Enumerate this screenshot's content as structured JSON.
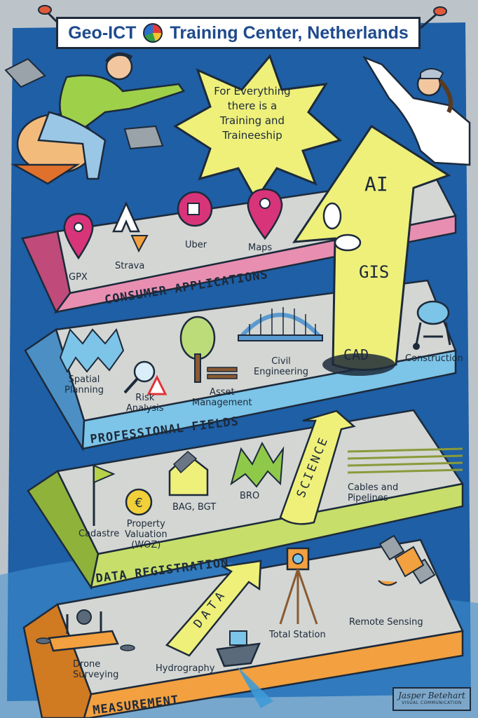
{
  "title": {
    "left": "Geo-ICT",
    "right": "Training Center, Netherlands",
    "logo_icon": "globe-logo-icon"
  },
  "slogan": [
    "For Everything",
    "there is a",
    "Training and",
    "Traineeship"
  ],
  "arrow_words": [
    "AI",
    "GIS",
    "CAD"
  ],
  "science_word": "SCIENCE",
  "data_word": "DATA",
  "layers": {
    "consumer": {
      "title": "CONSUMER APPLICATIONS",
      "items": [
        "GPX",
        "Strava",
        "Uber",
        "Maps"
      ]
    },
    "professional": {
      "title": "PROFESSIONAL FIELDS",
      "spatial": [
        "Spatial",
        "Planning"
      ],
      "risk": [
        "Risk",
        "Analysis"
      ],
      "asset": [
        "Asset",
        "Management"
      ],
      "civil": [
        "Civil",
        "Engineering"
      ],
      "construction": "Construction"
    },
    "registration": {
      "title": "DATA REGISTRATION",
      "cadastre": "Cadastre",
      "property": [
        "Property",
        "Valuation",
        "(WOZ)"
      ],
      "bag": "BAG, BGT",
      "bro": "BRO",
      "cables": [
        "Cables and",
        "Pipelines"
      ]
    },
    "measurement": {
      "title": "MEASUREMENT",
      "drone": [
        "Drone",
        "Surveying"
      ],
      "hydro": "Hydrography",
      "total": "Total Station",
      "remote": "Remote Sensing"
    }
  },
  "signature": {
    "name": "Jasper Betehart",
    "sub": "VISUAL COMMUNICATION"
  },
  "colors": {
    "background_blue": "#1e5fa6",
    "board_grey": "#d3d6d3",
    "consumer_pink": "#e88fb1",
    "professional_blue": "#7cc4e8",
    "registration_lime": "#c7de6a",
    "measurement_orange": "#f2a040",
    "arrow_yellow": "#eef07a",
    "pin_magenta": "#d8347a",
    "title_blue": "#1e4a8c"
  }
}
